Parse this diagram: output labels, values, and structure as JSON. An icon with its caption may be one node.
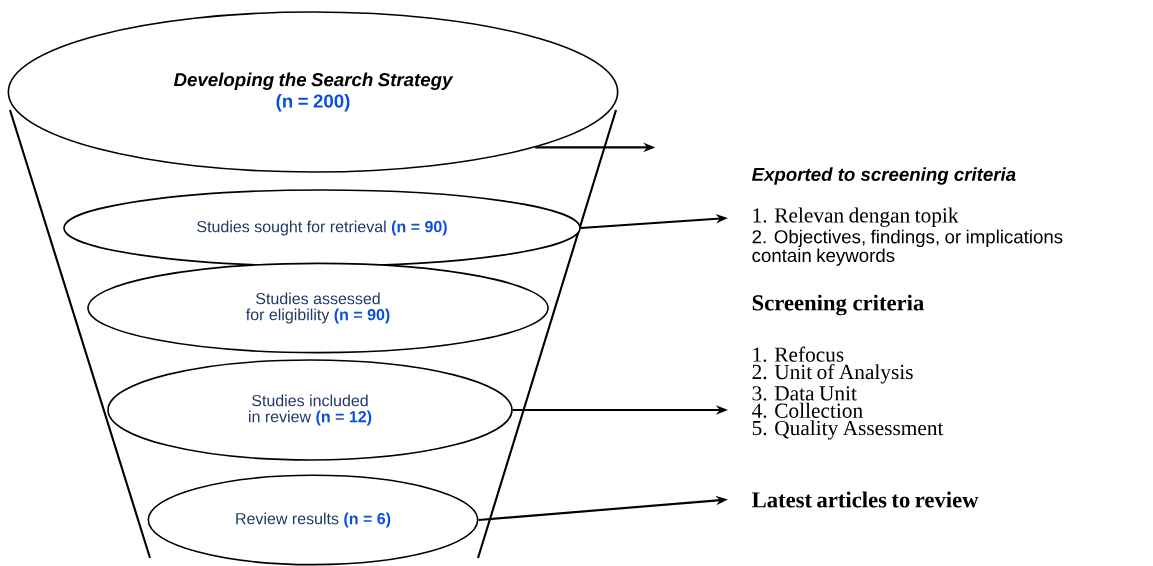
{
  "diagram": {
    "nodes": [
      {
        "text": [
          "Developing the Search Strategy",
          "(n = 200)"
        ]
      },
      {
        "text": [
          "Studies sought for retrieval **(n = 90)**"
        ]
      },
      {
        "text": [
          "Studies assessed for eligibility **(n = 90)**"
        ]
      },
      {
        "text": [
          "Studies included in review **(n = 12)**"
        ]
      },
      {
        "text": [
          "Review results **(n = 6)**"
        ]
      },
      {
        "text": [
          "1. Relevan dengan topik",
          "2. Objectives, findings, or implications contain keywords"
        ]
      },
      {
        "text": [
          "1. Refocus",
          "2. Unit of Analysis",
          "3. Data Unit",
          "4. Collection",
          "5. Quality Assessment"
        ]
      },
      {
        "text": [
          "Latest articles to review"
        ]
      }
    ],
    "edges": [
      {
        "from": 0,
        "to": null,
        "arrow": "to"
      },
      {
        "from": 1,
        "to": 5,
        "arrow": "to"
      },
      {
        "from": 3,
        "to": 6,
        "arrow": "to"
      },
      {
        "from": 4,
        "to": 7,
        "arrow": "to"
      }
    ],
    "labels": [
      "Exported to screening criteria",
      "Screening criteria"
    ]
  }
}
